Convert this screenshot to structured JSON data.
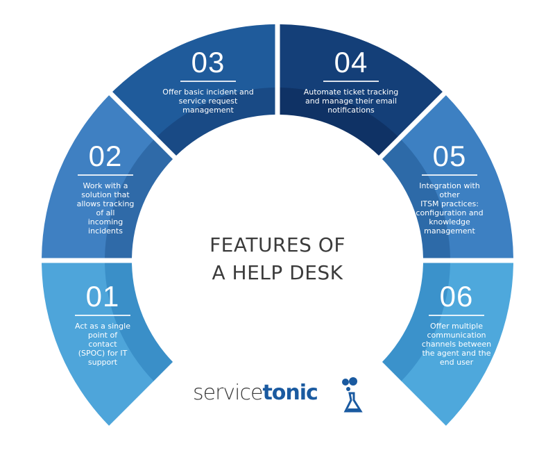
{
  "title": {
    "line1": "FEATURES OF",
    "line2": "A HELP DESK"
  },
  "features": [
    {
      "number": "01",
      "lines": [
        "Act as a single",
        "point of",
        "contact",
        "(SPOC) for IT",
        "support"
      ],
      "color": "#4ea5da",
      "inner": "#3a8fc8"
    },
    {
      "number": "02",
      "lines": [
        "Work with a",
        "solution that",
        "allows tracking",
        "of all",
        "incoming",
        "incidents"
      ],
      "color": "#3f80c2",
      "inner": "#2f6aa8"
    },
    {
      "number": "03",
      "lines": [
        "Offer basic incident and",
        "service request",
        "management"
      ],
      "color": "#1f5b9b",
      "inner": "#194a85"
    },
    {
      "number": "04",
      "lines": [
        "Automate ticket tracking",
        "and manage their email",
        "notifications"
      ],
      "color": "#143f78",
      "inner": "#0f3265"
    },
    {
      "number": "05",
      "lines": [
        "Integration with other",
        "ITSM practices:",
        "configuration and",
        "knowledge",
        "management"
      ],
      "color": "#3d80c2",
      "inner": "#2d6aa8"
    },
    {
      "number": "06",
      "lines": [
        "Offer multiple",
        "communication",
        "channels between",
        "the agent and the",
        "end user"
      ],
      "color": "#4ea8dc",
      "inner": "#3b92cb"
    }
  ],
  "logo": {
    "part1": "service",
    "part2": "tonic"
  }
}
